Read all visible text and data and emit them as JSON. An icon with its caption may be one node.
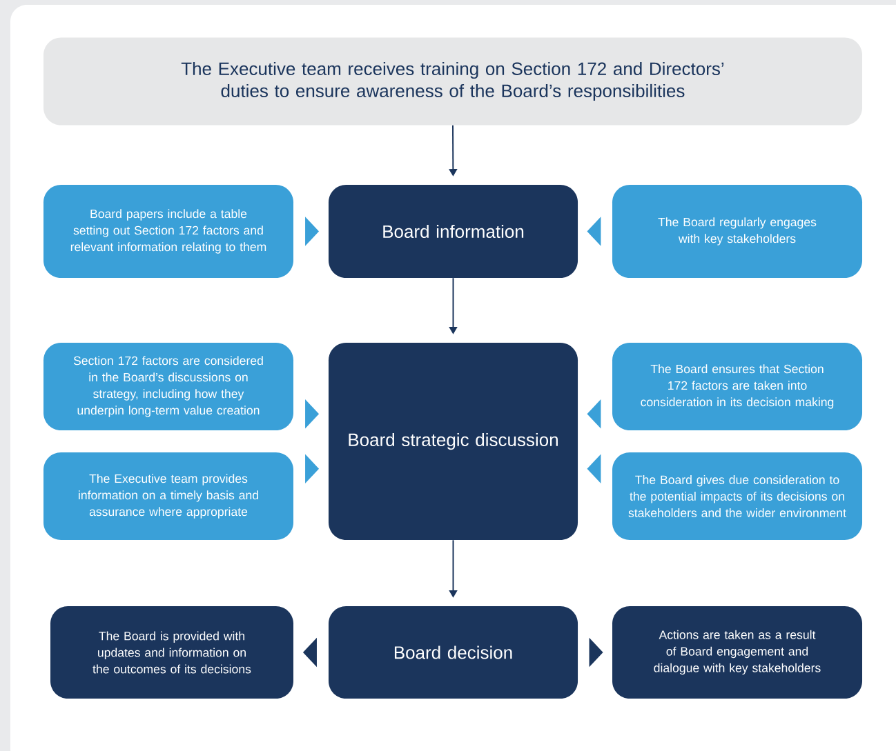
{
  "diagram": {
    "nodes": [
      {
        "text": [
          "The Executive team receives training on Section 172 and Directors’ duties to ensure awareness of the Board’s responsibilities"
        ]
      },
      {
        "text": [
          "Board papers include a table setting out Section 172 factors and relevant information relating to them"
        ]
      },
      {
        "text": [
          "Board information"
        ]
      },
      {
        "text": [
          "The Board regularly engages with key stakeholders"
        ]
      },
      {
        "text": [
          "Section 172 factors are considered in the Board’s discussions on strategy, including how they underpin long-term value creation"
        ]
      },
      {
        "text": [
          "Board strategic discussion"
        ]
      },
      {
        "text": [
          "The Board ensures that Section 172 factors are taken into consideration in its decision making"
        ]
      },
      {
        "text": [
          "The Executive team provides information on a timely basis and assurance where appropriate"
        ]
      },
      {
        "text": [
          "The Board gives due consideration to the potential impacts of its decisions on stakeholders and the wider environment"
        ]
      },
      {
        "text": [
          "The Board is provided with updates and information on the outcomes of its decisions"
        ]
      },
      {
        "text": [
          "Board decision"
        ]
      },
      {
        "text": [
          "Actions are taken as a result of Board engagement and dialogue with key stakeholders"
        ]
      }
    ],
    "edges": [
      {
        "from": 0,
        "to": 2,
        "arrow": "to",
        "color": "#1b355c"
      },
      {
        "from": 1,
        "to": 2,
        "arrow": "to"
      },
      {
        "from": 3,
        "to": 2,
        "arrow": "to"
      },
      {
        "from": 2,
        "to": 5,
        "arrow": "to",
        "color": "#1b355c"
      },
      {
        "from": 4,
        "to": 5,
        "arrow": "to"
      },
      {
        "from": 6,
        "to": 5,
        "arrow": "to"
      },
      {
        "from": 7,
        "to": 5,
        "arrow": "to"
      },
      {
        "from": 8,
        "to": 5,
        "arrow": "to"
      },
      {
        "from": 5,
        "to": 10,
        "arrow": "to",
        "color": "#1b355c"
      },
      {
        "from": 10,
        "to": 9,
        "arrow": "to",
        "color": "#1b355c"
      },
      {
        "from": 10,
        "to": 11,
        "arrow": "to",
        "color": "#1b355c"
      }
    ]
  }
}
